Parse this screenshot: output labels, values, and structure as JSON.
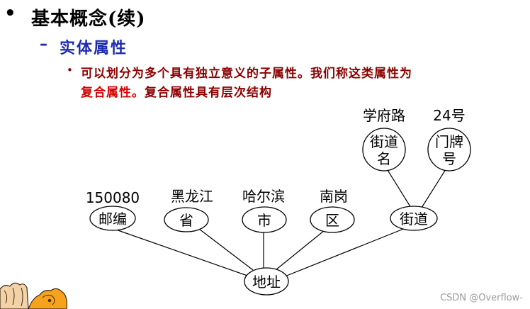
{
  "header": {
    "bullet": "•",
    "title": "基本概念(续)"
  },
  "section": {
    "dash": "–",
    "title": "实体属性"
  },
  "body": {
    "bullet": "•",
    "line1": "可以划分为多个具有独立意义的子属性。我们称这类属性为",
    "line2_highlight": "复合属性。",
    "line2_rest": "复合属性具有层次结构"
  },
  "diagram": {
    "root": {
      "label": "地址"
    },
    "children": [
      {
        "label": "邮编",
        "value": "150080"
      },
      {
        "label": "省",
        "value": "黑龙江"
      },
      {
        "label": "市",
        "value": "哈尔滨"
      },
      {
        "label": "区",
        "value": "南岗"
      },
      {
        "label": "街道"
      }
    ],
    "street_children": [
      {
        "label_line1": "街道",
        "label_line2": "名",
        "value": "学府路"
      },
      {
        "label_line1": "门牌",
        "label_line2": "号",
        "value": "24号"
      }
    ]
  },
  "watermark": "CSDN @Overflow-"
}
